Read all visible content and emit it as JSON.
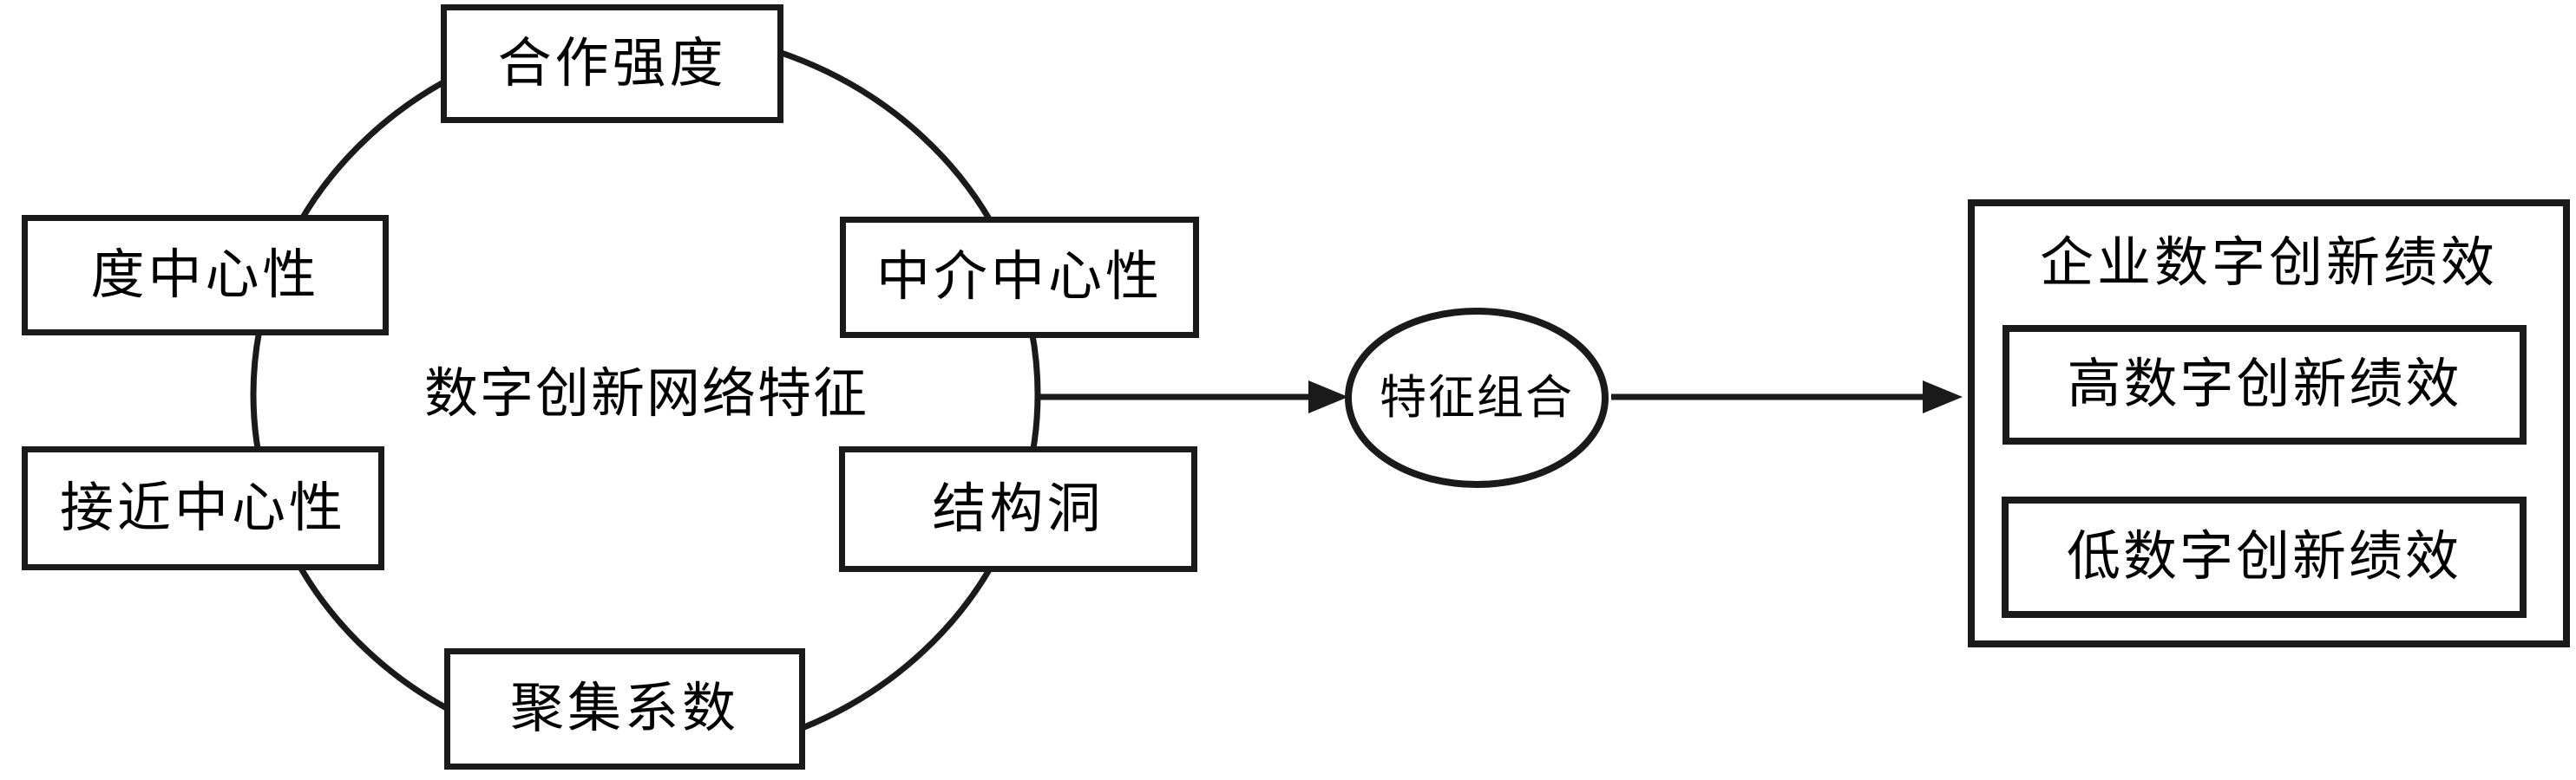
{
  "figure": {
    "colors": {
      "background": "#ffffff",
      "line": "#1a1a1a",
      "text": "#000000"
    },
    "network": {
      "center_label": "数字创新网络特征",
      "nodes": [
        {
          "id": "cooperation-strength",
          "label": "合作强度"
        },
        {
          "id": "degree-centrality",
          "label": "度中心性"
        },
        {
          "id": "betweenness-centrality",
          "label": "中介中心性"
        },
        {
          "id": "closeness-centrality",
          "label": "接近中心性"
        },
        {
          "id": "structural-hole",
          "label": "结构洞"
        },
        {
          "id": "clustering-coefficient",
          "label": "聚集系数"
        }
      ]
    },
    "combiner": {
      "label": "特征组合"
    },
    "outcome": {
      "title": "企业数字创新绩效",
      "items": [
        {
          "id": "high-performance",
          "label": "高数字创新绩效"
        },
        {
          "id": "low-performance",
          "label": "低数字创新绩效"
        }
      ]
    }
  }
}
